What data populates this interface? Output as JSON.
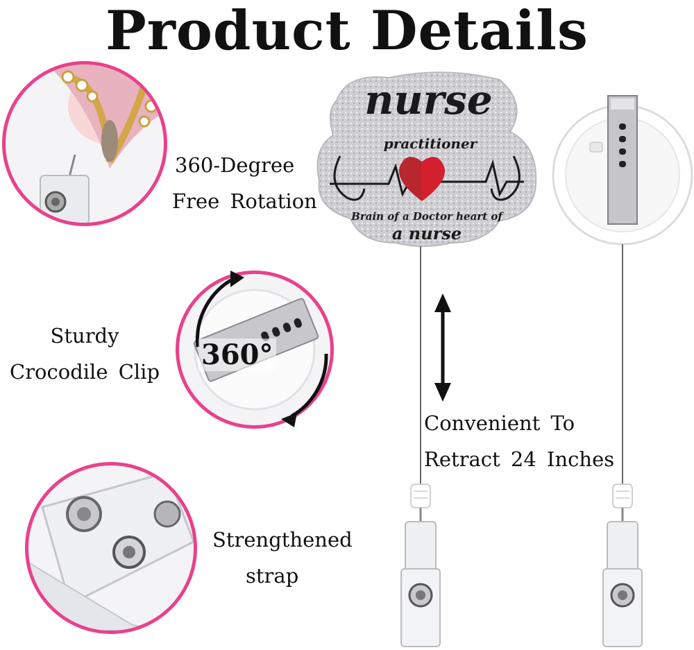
{
  "header": {
    "title": "Product Details"
  },
  "colors": {
    "accent": "#e9418c",
    "glitter": "#c9c9cd",
    "heart_red": "#d41f2f",
    "brain_red": "#b8262e"
  },
  "features": [
    {
      "line1": "360-Degree",
      "line2": "Free Rotation"
    },
    {
      "line1": "Sturdy",
      "line2": "Crocodile Clip"
    },
    {
      "line1": "Strengthened",
      "line2": "strap"
    },
    {
      "line1": "Convenient To",
      "line2": "Retract 24 Inches"
    }
  ],
  "badge": {
    "title": "nurse",
    "subtitle": "practitioner",
    "slogan": "Brain of a Doctor heart of",
    "slogan_end": "a nurse"
  },
  "rotation_badge": "360°"
}
